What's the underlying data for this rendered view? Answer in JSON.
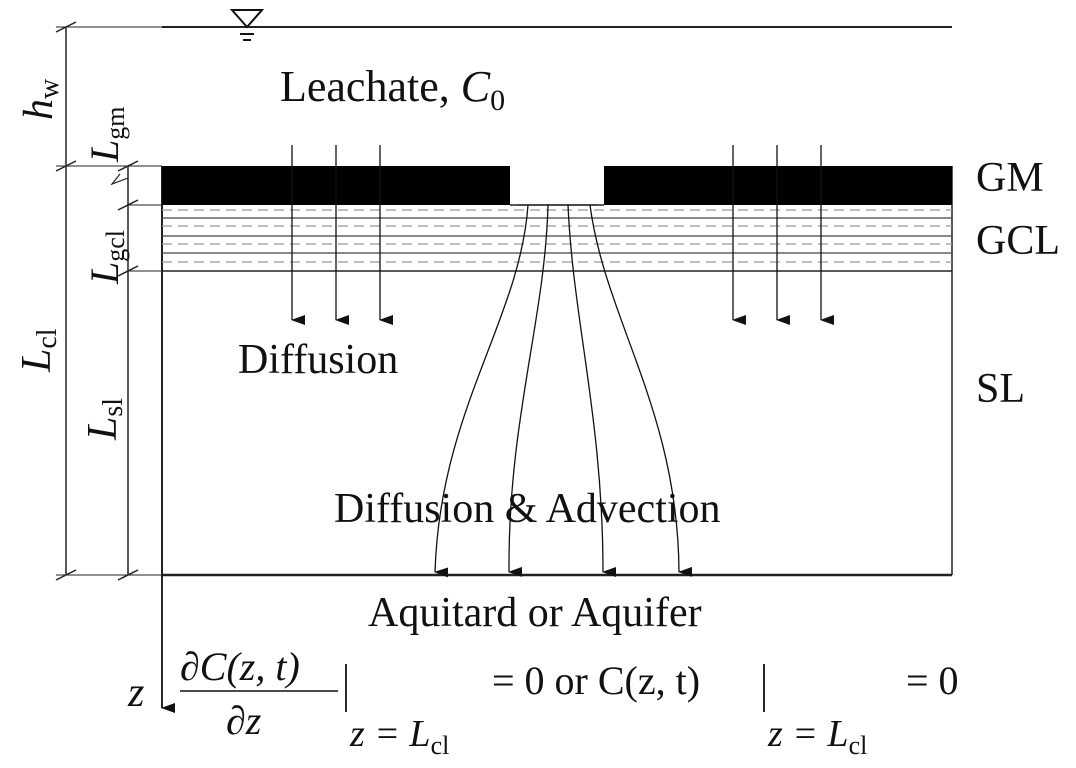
{
  "surface": {
    "leachate_label": "Leachate, ",
    "leachate_symbol": "C",
    "leachate_sub": "0"
  },
  "layers": {
    "gm": "GM",
    "gcl": "GCL",
    "sl": "SL"
  },
  "dimensions": {
    "hw": {
      "main": "h",
      "sub": "w"
    },
    "lgm": {
      "main": "L",
      "sub": "gm"
    },
    "lgcl": {
      "main": "L",
      "sub": "gcl"
    },
    "lcl": {
      "main": "L",
      "sub": "cl"
    },
    "lsl": {
      "main": "L",
      "sub": "sl"
    }
  },
  "processes": {
    "diffusion": "Diffusion",
    "diffusion_advection": "Diffusion & Advection"
  },
  "bottom": {
    "label": "Aquitard or Aquifer"
  },
  "axis": {
    "z": "z"
  },
  "boundary": {
    "numerator": "∂C(z, t)",
    "denominator": "∂z",
    "eval_bar": "|",
    "eval_sub_1": "z = L",
    "eval_sub_1_sub": "cl",
    "middle": "= 0 or C(z, t)",
    "eval_bar_2": "|",
    "eval_sub_2": "z = L",
    "eval_sub_2_sub": "cl",
    "end": "= 0"
  }
}
